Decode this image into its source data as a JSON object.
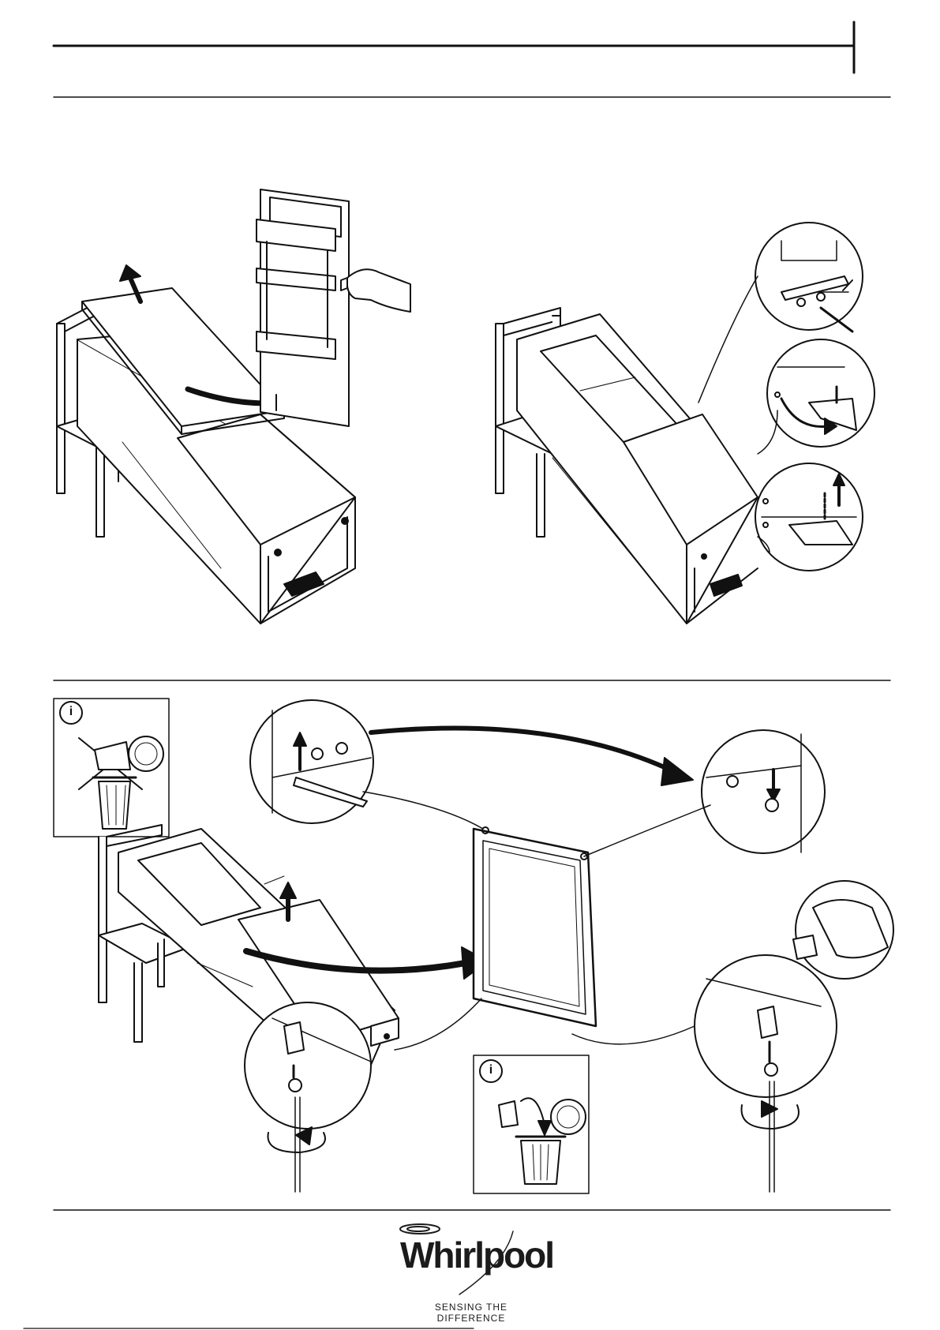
{
  "brand": {
    "name": "Whirlpool",
    "tagline": "SENSING THE DIFFERENCE"
  },
  "info_icon": {
    "symbol": "i"
  },
  "icons": [
    "info-icon",
    "trash-bin-icon",
    "screw-cap-icon",
    "arrow-icon",
    "rotate-arrow-icon"
  ],
  "colors": {
    "ink": "#111111",
    "paper": "#ffffff"
  }
}
